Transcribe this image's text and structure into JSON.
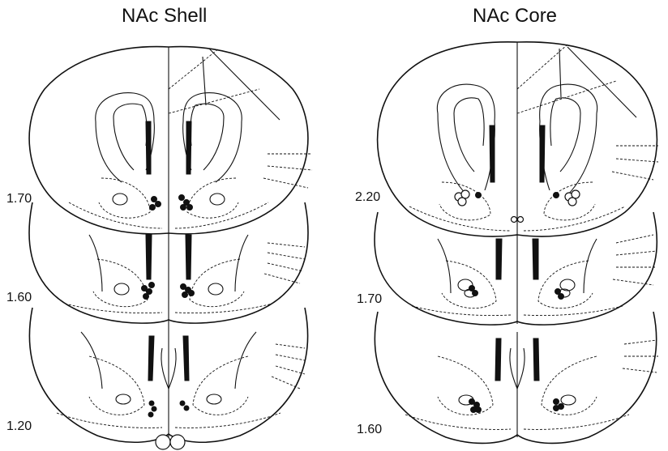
{
  "panels": [
    {
      "title": "NAc Shell",
      "levels": [
        "1.70",
        "1.60",
        "1.20"
      ]
    },
    {
      "title": "NAc Core",
      "levels": [
        "2.20",
        "1.70",
        "1.60"
      ]
    }
  ],
  "colors": {
    "ink": "#111111",
    "background": "#ffffff"
  },
  "marker_legend": {
    "filled": "filled circle",
    "open": "open circle"
  }
}
